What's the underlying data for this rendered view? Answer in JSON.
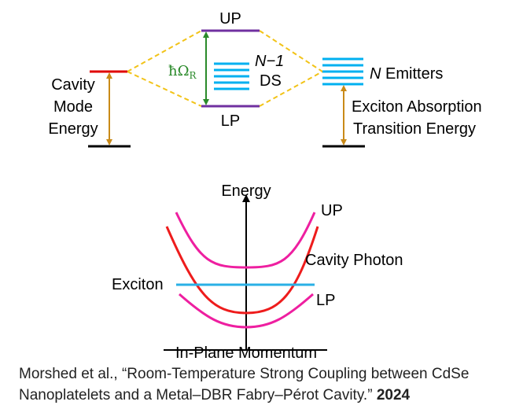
{
  "top_diagram": {
    "up_label": "UP",
    "lp_label": "LP",
    "rabi_label": "ħΩ",
    "rabi_subscript": "R",
    "ds_line1": "N−1",
    "ds_line2": "DS",
    "emitters_n": "N",
    "emitters_label": " Emitters",
    "cavity_line1": "Cavity",
    "cavity_line2": "Mode",
    "cavity_line3": "Energy",
    "exciton_line1": "Exciton Absorption",
    "exciton_line2": "Transition Energy"
  },
  "bottom_diagram": {
    "y_axis_label": "Energy",
    "x_axis_label": "In-Plane Momentum",
    "up_label": "UP",
    "cavity_photon_label": "Cavity Photon",
    "exciton_label": "Exciton",
    "lp_label": "LP"
  },
  "colors": {
    "polariton": "#7030a0",
    "cavity": "#e00000",
    "emitter": "#00b0f0",
    "coupling": "#f2c318",
    "arrow_orange": "#c98a18",
    "arrow_green": "#2a8a2a",
    "branch_magenta": "#ee1fa0",
    "photon_red": "#ee1c1c",
    "exciton_blue": "#2ab0e6"
  },
  "caption": {
    "text": "Morshed et al., “Room-Temperature Strong Coupling between CdSe Nanoplatelets and a Metal–DBR Fabry–Pérot Cavity.”",
    "year": "2024"
  }
}
